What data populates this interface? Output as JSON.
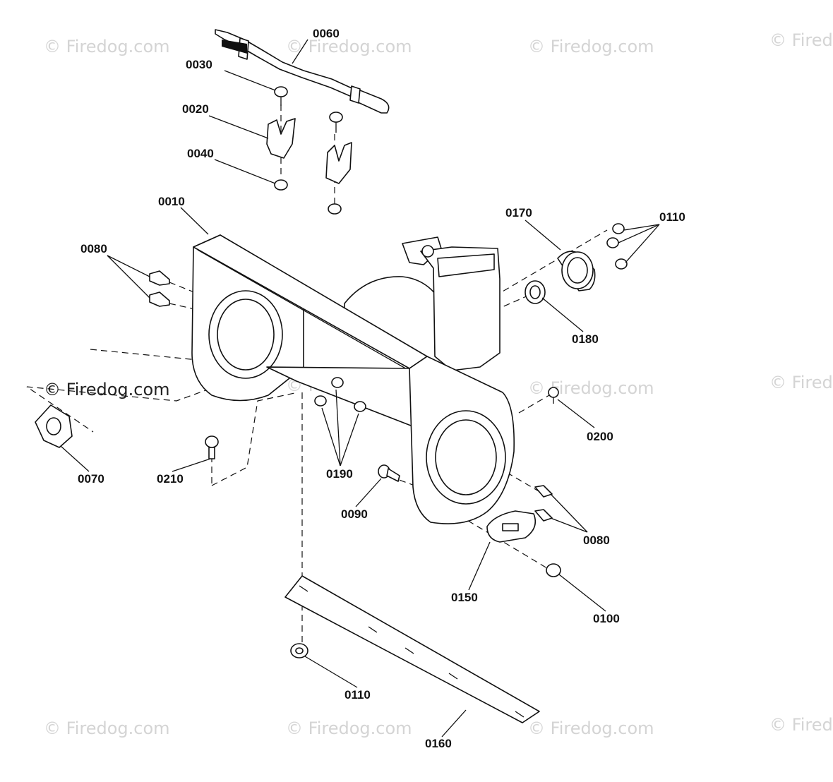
{
  "watermark": {
    "text": "© Firedog.com",
    "color": "#d4d4d4",
    "strong_color": "#222222"
  },
  "parts": [
    {
      "id": "0060"
    },
    {
      "id": "0030"
    },
    {
      "id": "0020"
    },
    {
      "id": "0040"
    },
    {
      "id": "0010"
    },
    {
      "id": "0080"
    },
    {
      "id": "0170"
    },
    {
      "id": "0110"
    },
    {
      "id": "0180"
    },
    {
      "id": "0200"
    },
    {
      "id": "0070"
    },
    {
      "id": "0210"
    },
    {
      "id": "0190"
    },
    {
      "id": "0090"
    },
    {
      "id": "0080"
    },
    {
      "id": "0150"
    },
    {
      "id": "0100"
    },
    {
      "id": "0110"
    },
    {
      "id": "0160"
    }
  ],
  "colors": {
    "line": "#111111",
    "background": "#ffffff"
  }
}
